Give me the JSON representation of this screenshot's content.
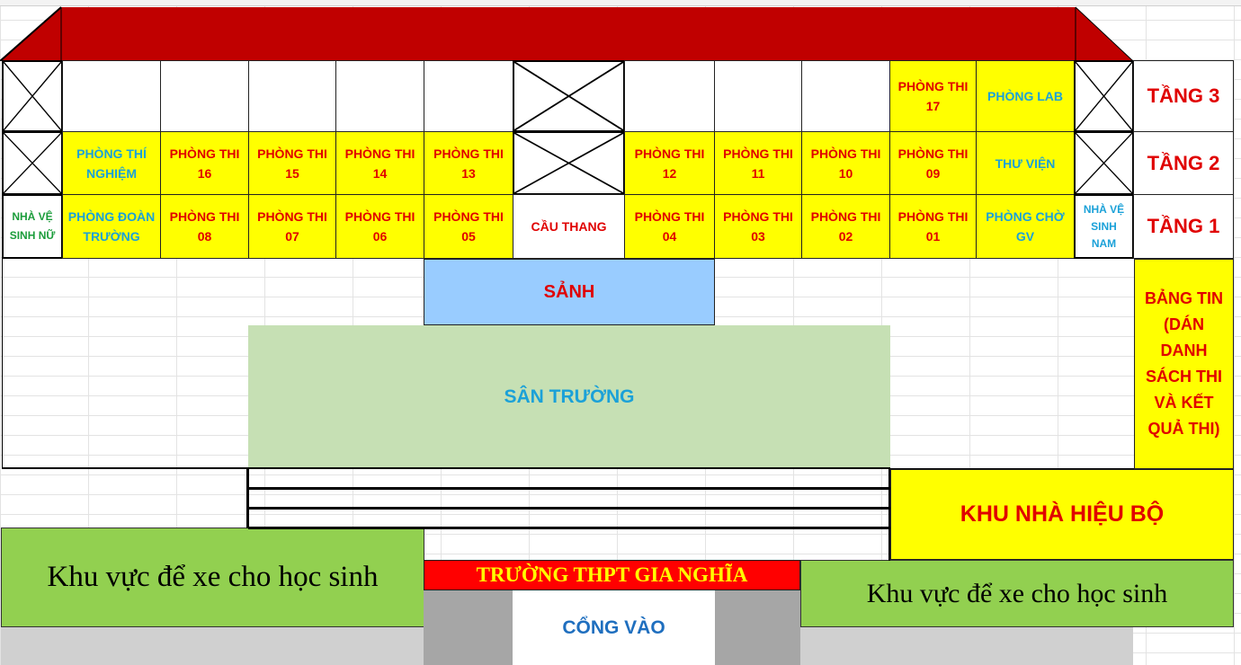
{
  "floors": {
    "f3": "TẦNG 3",
    "f2": "TẦNG 2",
    "f1": "TẦNG 1"
  },
  "floor3": {
    "r17": "PHÒNG THI 17",
    "lab": "PHÒNG LAB"
  },
  "floor2": {
    "lab_room": "PHÒNG THÍ NGHIỆM",
    "r16": "PHÒNG THI 16",
    "r15": "PHÒNG THI 15",
    "r14": "PHÒNG THI 14",
    "r13": "PHÒNG THI 13",
    "r12": "PHÒNG THI 12",
    "r11": "PHÒNG THI 11",
    "r10": "PHÒNG THI 10",
    "r09": "PHÒNG THI 09",
    "library": "THƯ VIỆN"
  },
  "floor1": {
    "wc_female": "NHÀ VỆ SINH NỮ",
    "union": "PHÒNG ĐOÀN TRƯỜNG",
    "r08": "PHÒNG THI 08",
    "r07": "PHÒNG THI 07",
    "r06": "PHÒNG THI 06",
    "r05": "PHÒNG THI 05",
    "stairs": "CẦU THANG",
    "r04": "PHÒNG THI 04",
    "r03": "PHÒNG THI 03",
    "r02": "PHÒNG THI 02",
    "r01": "PHÒNG THI 01",
    "teacher": "PHÒNG CHỜ GV",
    "wc_male": "NHÀ VỆ SINH NAM"
  },
  "areas": {
    "lobby": "SẢNH",
    "yard": "SÂN TRƯỜNG",
    "board": "BẢNG TIN (DÁN DANH SÁCH THI VÀ KẾT QUẢ THI)",
    "admin": "KHU NHÀ HIỆU BỘ",
    "parking_left": "Khu vực để xe cho học sinh",
    "parking_right": "Khu vực để xe cho học sinh",
    "school": "TRƯỜNG THPT GIA NGHĨA",
    "gate": "CỔNG VÀO"
  },
  "colors": {
    "room": "#ffff00",
    "red_text": "#e00000",
    "blue_text": "#1ba1d8",
    "roof": "#c00000",
    "lobby": "#99ccff",
    "yard": "#c6e0b4",
    "parking": "#92d050",
    "gate_text": "#1f6fbf",
    "school_text": "#ffff00"
  }
}
